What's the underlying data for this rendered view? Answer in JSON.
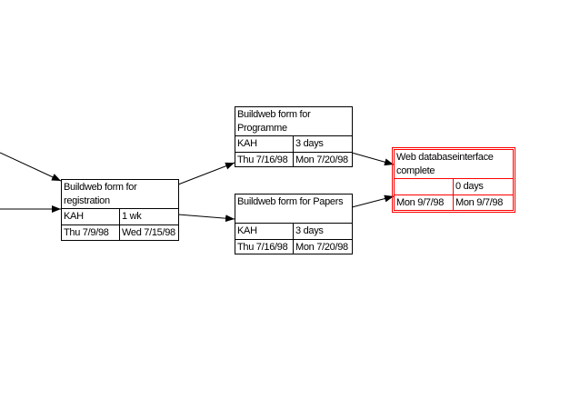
{
  "nodes": [
    {
      "name": "Buildweb form for registration",
      "resource": "KAH",
      "duration": "1 wk",
      "start": "Thu 7/9/98",
      "finish": "Wed 7/15/98",
      "critical": false
    },
    {
      "name": "Buildweb form for Programme",
      "resource": "KAH",
      "duration": "3 days",
      "start": "Thu 7/16/98",
      "finish": "Mon 7/20/98",
      "critical": false
    },
    {
      "name": "Buildweb form for Papers",
      "resource": "KAH",
      "duration": "3 days",
      "start": "Thu 7/16/98",
      "finish": "Mon 7/20/98",
      "critical": false
    },
    {
      "name": "Web databaseinterface complete",
      "resource": "",
      "duration": "0 days",
      "start": "Mon 9/7/98",
      "finish": "Mon 9/7/98",
      "critical": true
    }
  ],
  "colors": {
    "critical": "#ff0000",
    "normal": "#000000"
  }
}
